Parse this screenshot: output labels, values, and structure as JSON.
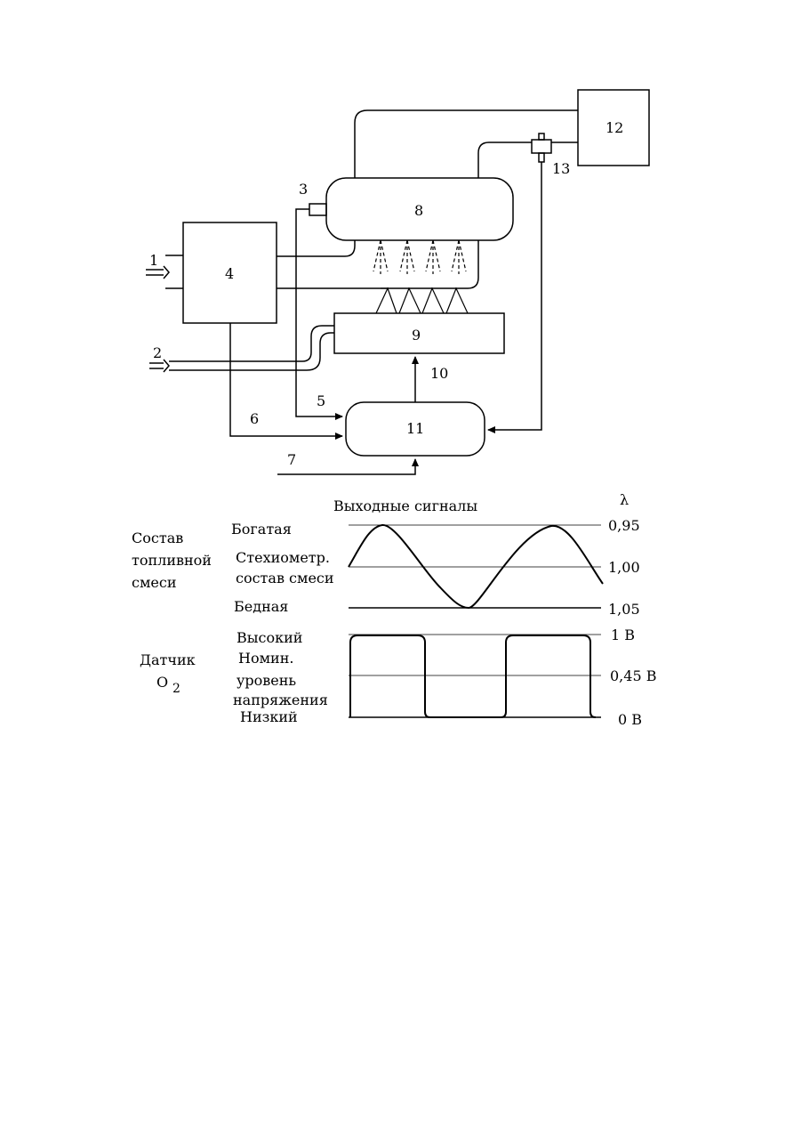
{
  "diagram": {
    "labels": {
      "n1": "1",
      "n2": "2",
      "n3": "3",
      "n4": "4",
      "n5": "5",
      "n6": "6",
      "n7": "7",
      "n8": "8",
      "n9": "9",
      "n10": "10",
      "n11": "11",
      "n12": "12",
      "n13": "13"
    }
  },
  "signals": {
    "title": "Выходные сигналы",
    "lambda": "λ",
    "mixture": {
      "row_label": [
        "Состав",
        "топливной",
        "смеси"
      ],
      "rich": "Богатая",
      "stoich": [
        "Стехиометр.",
        "состав смеси"
      ],
      "lean": "Бедная",
      "ticks": [
        "0,95",
        "1,00",
        "1,05"
      ]
    },
    "sensor": {
      "row_label": "Датчик",
      "o": "O",
      "sub": "2",
      "high": "Высокий",
      "nominal": [
        "Номин.",
        "уровень",
        "напряжения"
      ],
      "low": "Низкий",
      "ticks": [
        "1 В",
        "0,45 В",
        "0 В"
      ]
    }
  }
}
